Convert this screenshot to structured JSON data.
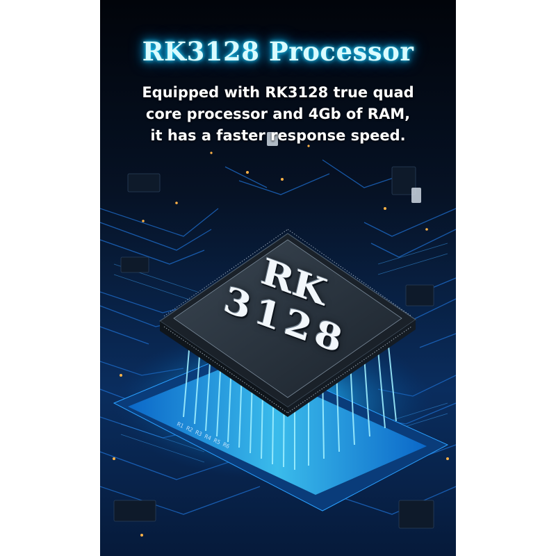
{
  "header": {
    "title": "RK3128 Processor",
    "description_lines": [
      "Equipped with RK3128 true quad",
      "core processor and 4Gb of RAM,",
      "it has a faster response speed."
    ]
  },
  "chip": {
    "line1": "RK",
    "line2": "3128"
  },
  "colors": {
    "background": "#02060f",
    "glow": "#1fb6ff",
    "title_glow": "#23d7ff",
    "chip_top": "#2a333d"
  }
}
